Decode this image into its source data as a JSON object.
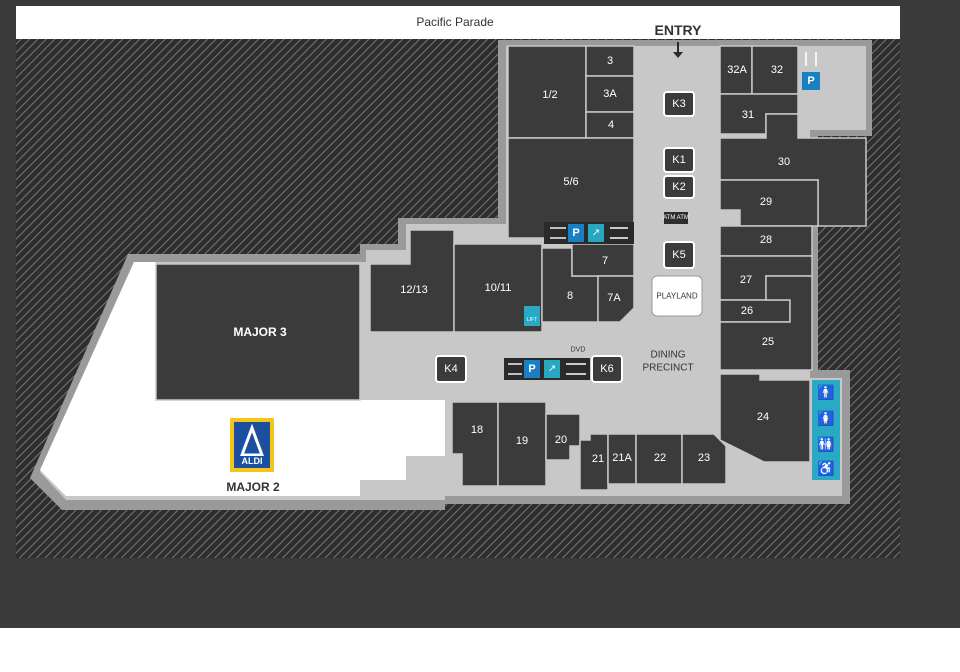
{
  "street": "Pacific Parade",
  "entry": "ENTRY",
  "shops": {
    "s12": "1/2",
    "s3": "3",
    "s3a": "3A",
    "s4": "4",
    "s56": "5/6",
    "s7": "7",
    "s7a": "7A",
    "s8": "8",
    "s1011": "10/11",
    "s1213": "12/13",
    "s18": "18",
    "s19": "19",
    "s20": "20",
    "s21": "21",
    "s21a": "21A",
    "s22": "22",
    "s23": "23",
    "s24": "24",
    "s25": "25",
    "s26": "26",
    "s27": "27",
    "s28": "28",
    "s29": "29",
    "s30": "30",
    "s31": "31",
    "s32": "32",
    "s32a": "32A"
  },
  "kiosks": {
    "k1": "K1",
    "k2": "K2",
    "k3": "K3",
    "k4": "K4",
    "k5": "K5",
    "k6": "K6"
  },
  "major3": "MAJOR 3",
  "major2": "MAJOR 2",
  "aldi": "ALDI",
  "playland": "PLAYLAND",
  "dining": [
    "DINING",
    "PRECINCT"
  ],
  "dvd": "DVD",
  "atm": "ATM ATM",
  "lift": "LIFT",
  "parking": "P",
  "colors": {
    "shop": "#3b3b3b",
    "floor": "#c8c8c8",
    "hatch_bg": "#2e2e2e",
    "outer": "#3a3a3a",
    "accent": "#1b7fc4",
    "amenity": "#2aa9c5",
    "aldi_blue": "#1d4fa0",
    "aldi_yellow": "#f5c518"
  }
}
